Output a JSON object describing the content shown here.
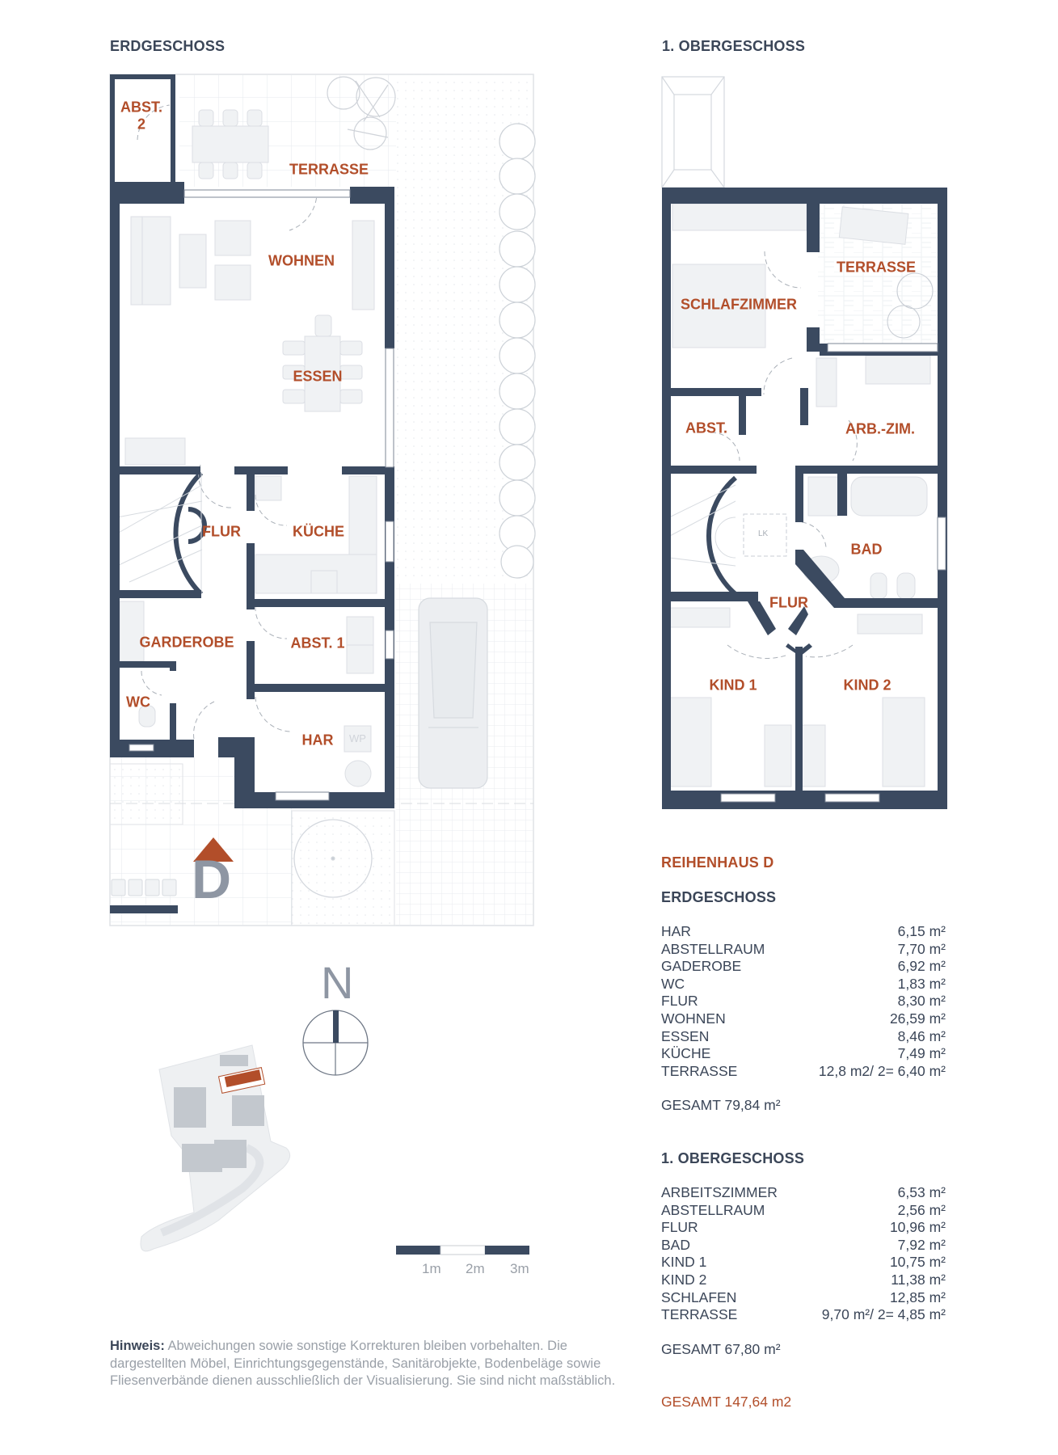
{
  "ground_floor": {
    "title": "ERDGESCHOSS",
    "rooms": {
      "abst2": "ABST.\n2",
      "terrasse": "TERRASSE",
      "wohnen": "WOHNEN",
      "essen": "ESSEN",
      "flur": "FLUR",
      "kueche": "KÜCHE",
      "garderobe": "GARDEROBE",
      "abst1": "ABST. 1",
      "wc": "WC",
      "har": "HAR",
      "wp_label": "WP"
    },
    "house_marker": "D"
  },
  "upper_floor": {
    "title": "1. OBERGESCHOSS",
    "rooms": {
      "schlafzimmer": "SCHLAFZIMMER",
      "terrasse": "TERRASSE",
      "abst": "ABST.",
      "arbzim": "ARB.-ZIM.",
      "bad": "BAD",
      "flur": "FLUR",
      "lk": "LK",
      "kind1": "KIND 1",
      "kind2": "KIND 2"
    }
  },
  "compass": {
    "label": "N"
  },
  "scale_bar": {
    "labels": [
      "1m",
      "2m",
      "3m"
    ]
  },
  "area_table": {
    "title": "REIHENHAUS D",
    "ground": {
      "heading": "ERDGESCHOSS",
      "rows": [
        {
          "name": "HAR",
          "value": "6,15 m²"
        },
        {
          "name": "ABSTELLRAUM",
          "value": "7,70 m²"
        },
        {
          "name": "GADEROBE",
          "value": "6,92 m²"
        },
        {
          "name": "WC",
          "value": "1,83 m²"
        },
        {
          "name": "FLUR",
          "value": "8,30 m²"
        },
        {
          "name": "WOHNEN",
          "value": "26,59 m²"
        },
        {
          "name": "ESSEN",
          "value": "8,46 m²"
        },
        {
          "name": "KÜCHE",
          "value": "7,49 m²"
        },
        {
          "name": "TERRASSE",
          "value": "12,8 m2/ 2= 6,40 m²"
        }
      ],
      "total_label": "GESAMT",
      "total_value": "79,84 m²"
    },
    "upper": {
      "heading": "1. OBERGESCHOSS",
      "rows": [
        {
          "name": "ARBEITSZIMMER",
          "value": "6,53 m²"
        },
        {
          "name": "ABSTELLRAUM",
          "value": "2,56 m²"
        },
        {
          "name": "FLUR",
          "value": "10,96 m²"
        },
        {
          "name": "BAD",
          "value": "7,92 m²"
        },
        {
          "name": "KIND 1",
          "value": "10,75 m²"
        },
        {
          "name": "KIND 2",
          "value": "11,38 m²"
        },
        {
          "name": "SCHLAFEN",
          "value": "12,85 m²"
        },
        {
          "name": "TERRASSE",
          "value": "9,70 m²/ 2= 4,85 m²"
        }
      ],
      "total_label": "GESAMT",
      "total_value": "67,80 m²"
    },
    "grand_total_label": "GESAMT",
    "grand_total_value": "147,64 m2"
  },
  "note": {
    "label": "Hinweis:",
    "text": " Abweichungen sowie sonstige Korrekturen bleiben vorbehalten. Die dargestellten Möbel, Einrichtungsgegenstände, Sanitärobjekte, Bodenbeläge sowie Fliesenverbände dienen ausschließlich der Visualisierung. Sie sind nicht maßstäblich."
  },
  "colors": {
    "wall": "#3b4a60",
    "accent": "#b24e2a",
    "furniture": "#eef0f3",
    "furniture_line": "#d4d8de",
    "text_muted": "#9aa0a8"
  }
}
